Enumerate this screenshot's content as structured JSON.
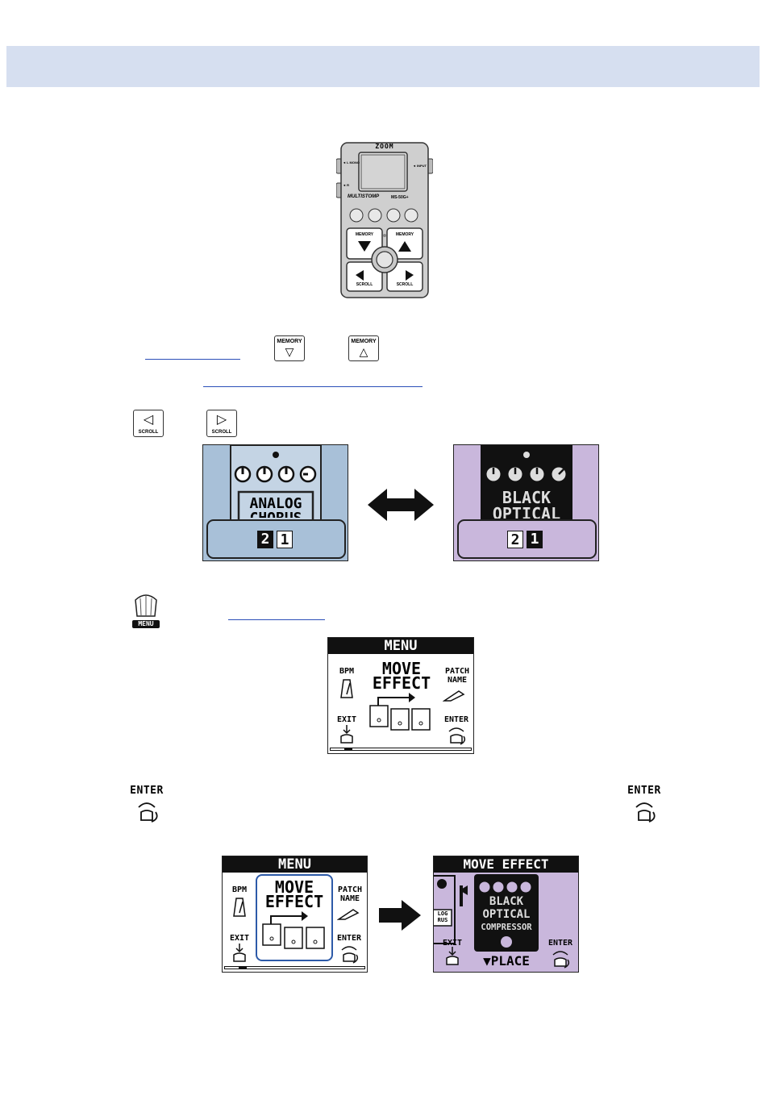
{
  "device": {
    "brand": "ZOOM",
    "model_prefix": "MULTISTOMP",
    "model": "MS-50G+",
    "left_jacks": [
      "◄ L MONO",
      "◄ R"
    ],
    "right_jack": "◄ INPUT",
    "memory_label": "MEMORY",
    "scroll_label": "SCROLL"
  },
  "keys": {
    "memory_label": "MEMORY",
    "scroll_label": "SCROLL",
    "menu_label": "MENU"
  },
  "effect_screens": {
    "left_name_lines": [
      "ANALOG",
      "CHORUS"
    ],
    "right_name_lines": [
      "BLACK",
      "OPTICAL"
    ],
    "position_numbers": [
      "2",
      "1"
    ],
    "left_bg": "#a8c0d8",
    "right_bg": "#c9b7dc"
  },
  "menu_screen": {
    "title": "MENU",
    "item_bpm": "BPM",
    "center_line1": "MOVE",
    "center_line2": "EFFECT",
    "item_patch_line1": "PATCH",
    "item_patch_line2": "NAME",
    "exit": "EXIT",
    "enter": "ENTER"
  },
  "enter_icon_label": "ENTER",
  "move_effect_screen": {
    "title": "MOVE EFFECT",
    "name_lines": [
      "BLACK",
      "OPTICAL",
      "COMPRESSOR"
    ],
    "side_fragment": [
      "LOG",
      "RUS"
    ],
    "exit": "EXIT",
    "enter": "ENTER",
    "place": "▼PLACE",
    "bg": "#c9b7dc"
  },
  "colors": {
    "header_band": "#d6dff0",
    "link": "#2b4fb8",
    "highlight_box": "#2d5aa8"
  }
}
